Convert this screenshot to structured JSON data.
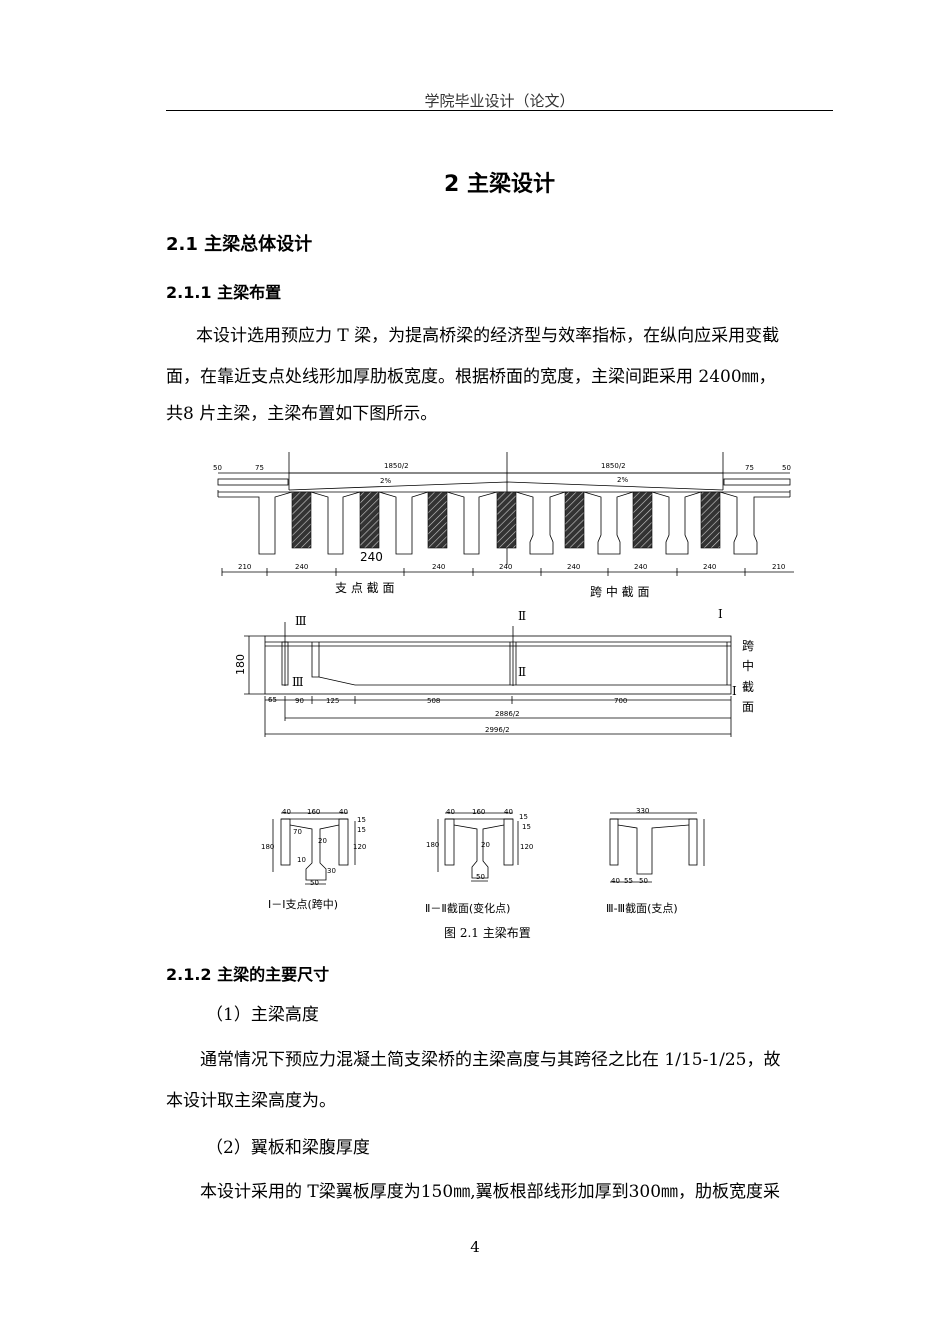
{
  "header": {
    "title": "学院毕业设计（论文）"
  },
  "chapter": {
    "title": "2  主梁设计"
  },
  "section_2_1": {
    "title": "2.1 主梁总体设计"
  },
  "section_2_1_1": {
    "title": "2.1.1 主梁布置",
    "paragraph_lines": [
      "本设计选用预应力 T 梁，为提高桥梁的经济型与效率指标，在纵向应采用变截",
      "面，在靠近支点处线形加厚肋板宽度。根据桥面的宽度，主梁间距采用 2400㎜，",
      "共8 片主梁，主梁布置如下图所示。"
    ]
  },
  "figure": {
    "cross_section": {
      "top_dims": [
        "50",
        "75",
        "1850/2",
        "1850/2",
        "75",
        "50"
      ],
      "slope_labels": [
        "2%",
        "2%"
      ],
      "spacing_dims": [
        "210",
        "240",
        "240",
        "240",
        "240",
        "240",
        "240",
        "240",
        "210"
      ],
      "spacing_big_label": "240",
      "left_label": "支 点 截 面",
      "right_label": "跨 中 截 面"
    },
    "elevation": {
      "height_dim": "180",
      "section_marks": [
        "Ⅲ",
        "Ⅲ",
        "Ⅱ",
        "Ⅱ",
        "Ⅰ",
        "Ⅰ"
      ],
      "segment_dims": [
        "65",
        "90",
        "125",
        "508",
        "700"
      ],
      "total_dims": [
        "2886/2",
        "2996/2"
      ],
      "side_label": [
        "跨",
        "中",
        "截",
        "面"
      ]
    },
    "details": [
      {
        "caption": "Ⅰ－Ⅰ支点(跨中)",
        "dims": [
          "40",
          "160",
          "40",
          "15",
          "15",
          "70",
          "20",
          "180",
          "120",
          "10",
          "30",
          "50"
        ]
      },
      {
        "caption": "Ⅱ－Ⅱ截面(变化点)",
        "dims": [
          "40",
          "160",
          "40",
          "15",
          "15",
          "180",
          "20",
          "120",
          "50"
        ]
      },
      {
        "caption": "Ⅲ-Ⅲ截面(支点)",
        "dims": [
          "330",
          "40",
          "55",
          "50"
        ]
      }
    ],
    "caption": "图  2.1  主梁布置"
  },
  "section_2_1_2": {
    "title": "2.1.2 主梁的主要尺寸",
    "item1": "（1）主梁高度",
    "para1_lines": [
      "通常情况下预应力混凝土简支梁桥的主梁高度与其跨径之比在 1/15-1/25，故",
      "本设计取主梁高度为。"
    ],
    "item2": "（2）翼板和梁腹厚度",
    "para2_lines": [
      "本设计采用的 T梁翼板厚度为150㎜,翼板根部线形加厚到300㎜，肋板宽度采"
    ]
  },
  "page_number": "4"
}
